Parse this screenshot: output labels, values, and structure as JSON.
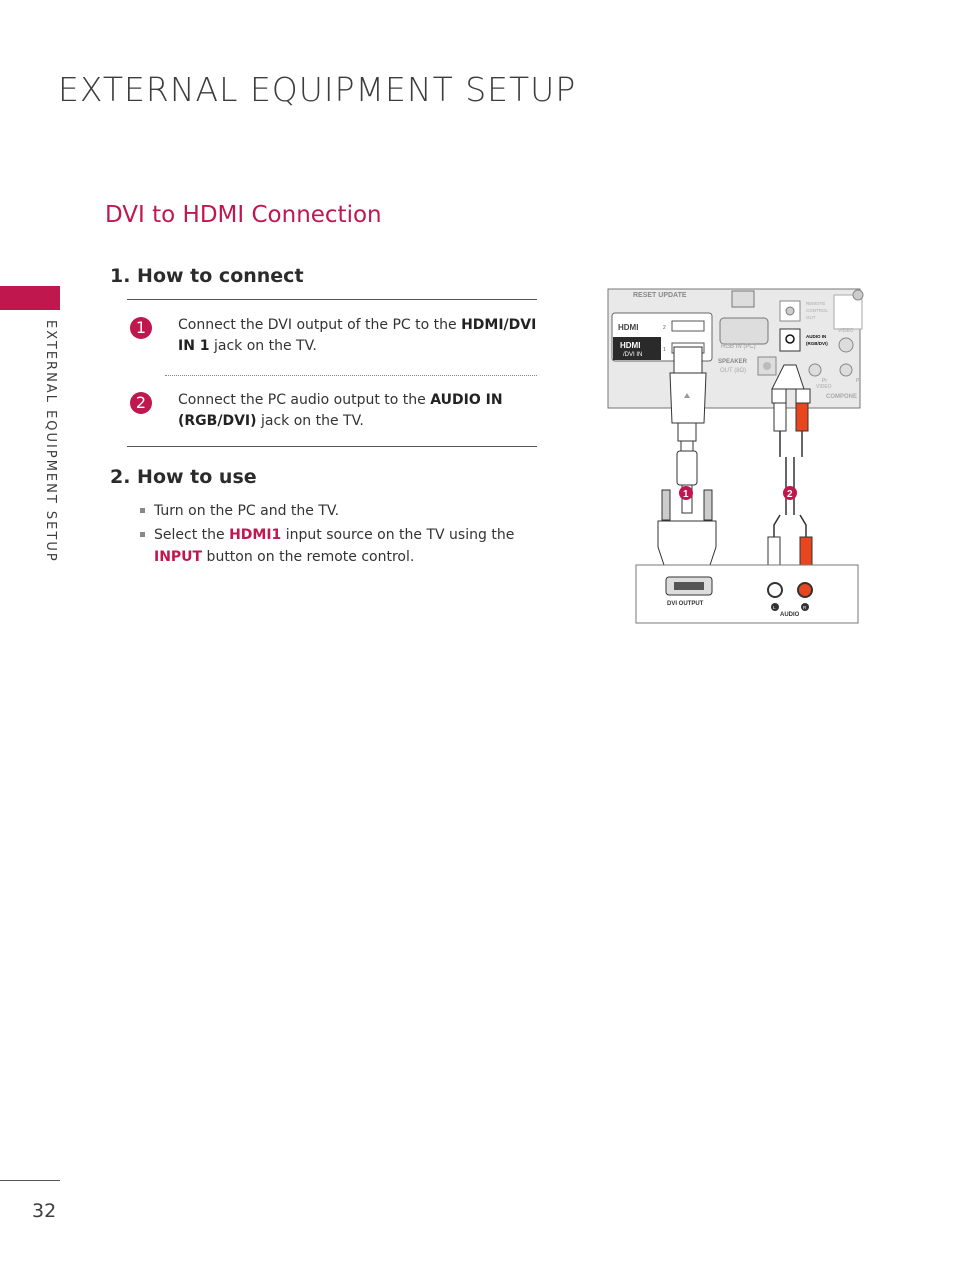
{
  "header": {
    "title": "EXTERNAL EQUIPMENT SETUP"
  },
  "sidebar": {
    "label": "EXTERNAL EQUIPMENT SETUP"
  },
  "section": {
    "title": "DVI to HDMI Connection"
  },
  "how_to_connect": {
    "heading": "1. How to connect",
    "steps": [
      {
        "num": "1",
        "pre": "Connect the DVI output of the PC to the ",
        "bold": "HDMI/DVI IN 1",
        "post": " jack on the TV."
      },
      {
        "num": "2",
        "pre": "Connect the PC audio output to the ",
        "bold": "AUDIO IN (RGB/DVI)",
        "post": " jack on the TV."
      }
    ]
  },
  "how_to_use": {
    "heading": "2. How to use",
    "bullet1": "Turn on the PC and the TV.",
    "bullet2_pre": "Select the ",
    "bullet2_hl1": "HDMI1",
    "bullet2_mid": " input source on the TV using the",
    "bullet2_hl2": "INPUT",
    "bullet2_post": " button on the remote control."
  },
  "diagram": {
    "tv_labels": {
      "reset_update": "RESET  UPDATE",
      "rgb_in": "RGB IN (PC)",
      "speaker": "SPEAKER",
      "out": "OUT (8Ω)",
      "remote": "REMOTE",
      "control": "CONTROL",
      "out2": "OUT",
      "audio_in": "AUDIO IN",
      "rgb_dvi": "(RGB/DVI)",
      "video": "VIDEO",
      "video2": "VIDEO",
      "component": "COMPONE",
      "pr": "Pr",
      "pb": "P",
      "hdmi": "HDMI",
      "dvi_in": "/DVI IN",
      "port1": "1",
      "port2": "2"
    },
    "pc_labels": {
      "dvi_output": "DVI OUTPUT",
      "audio": "AUDIO",
      "l": "L",
      "r": "R"
    },
    "markers": [
      "1",
      "2"
    ],
    "colors": {
      "accent": "#c0174f",
      "red_plug": "#e8461e"
    }
  },
  "footer": {
    "page_number": "32"
  }
}
